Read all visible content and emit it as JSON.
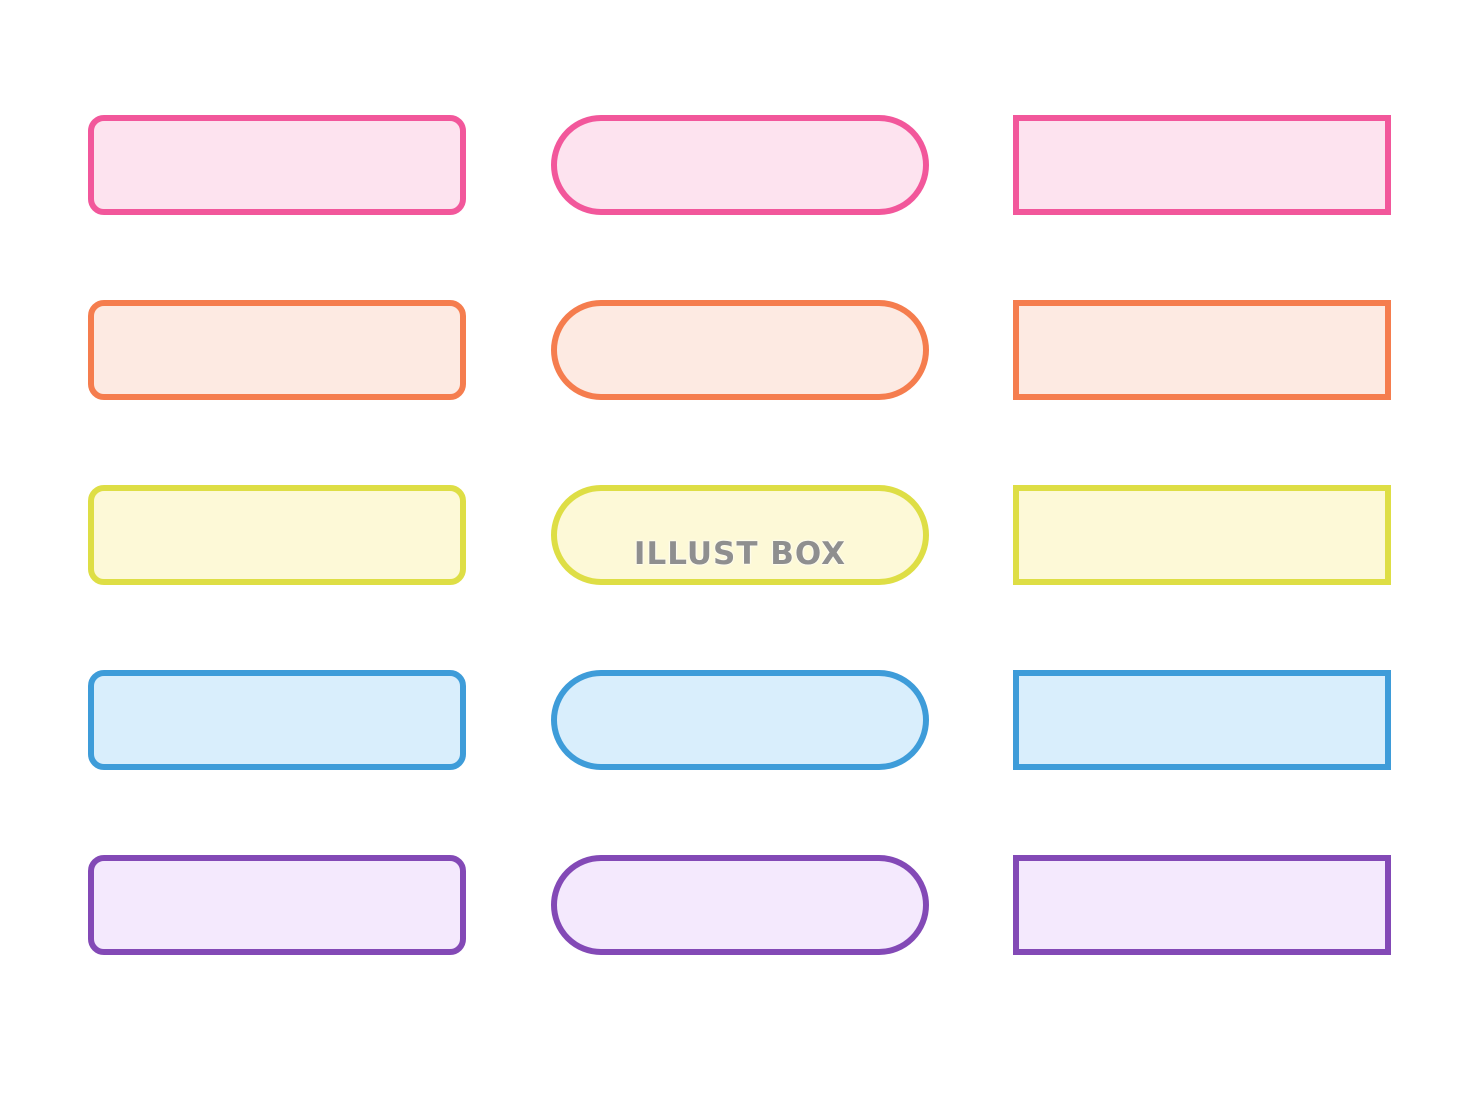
{
  "palette": [
    {
      "name": "pink",
      "border": "#f2579b",
      "fill": "#fde3ef"
    },
    {
      "name": "orange",
      "border": "#f57d4e",
      "fill": "#fdeae2"
    },
    {
      "name": "yellow",
      "border": "#dede45",
      "fill": "#fdf9d7"
    },
    {
      "name": "blue",
      "border": "#3e9cd9",
      "fill": "#d9eefc"
    },
    {
      "name": "purple",
      "border": "#8349b6",
      "fill": "#f4e9fd"
    }
  ],
  "shapes": [
    "rounded",
    "pill",
    "square"
  ],
  "watermark": {
    "text": "ILLUST BOX",
    "color": "#8f8f8f"
  }
}
